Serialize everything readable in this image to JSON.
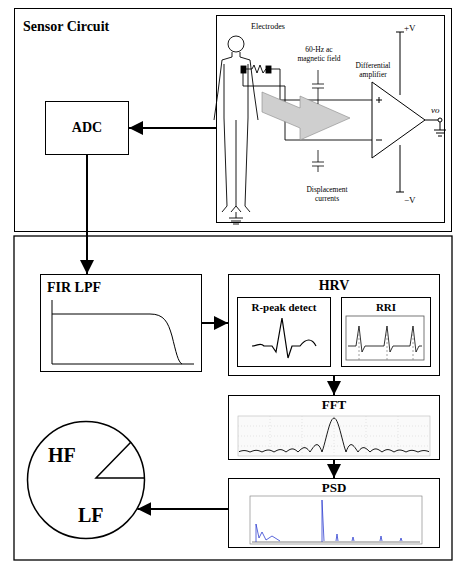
{
  "diagram": {
    "nodes": [
      {
        "text": [
          "Sensor Circuit"
        ]
      },
      {
        "text": [
          "Electrodes",
          "60-Hz ac magnetic field",
          "Displacement currents",
          "Differential amplifier"
        ],
        "in": 0
      },
      {
        "text": [
          "ADC"
        ],
        "in": 0
      },
      {
        "text": [
          "FIR LPF"
        ]
      },
      {
        "text": [
          "HRV"
        ]
      },
      {
        "text": [
          "R-peak detect"
        ],
        "in": 4
      },
      {
        "text": [
          "RRI"
        ],
        "in": 4
      },
      {
        "text": [
          "FFT"
        ]
      },
      {
        "text": [
          "PSD"
        ]
      },
      {
        "text": [
          "HF",
          "LF"
        ]
      }
    ],
    "edges": [
      {
        "from": 1,
        "to": 2,
        "arrow": "to"
      },
      {
        "from": 2,
        "to": 3,
        "arrow": "to"
      },
      {
        "from": 3,
        "to": 4,
        "arrow": "to"
      },
      {
        "from": 4,
        "to": 7,
        "arrow": "to"
      },
      {
        "from": 7,
        "to": 8,
        "arrow": "to"
      },
      {
        "from": 8,
        "to": 9,
        "arrow": "to"
      }
    ],
    "labels": [
      "+V",
      "−V",
      "vo"
    ]
  }
}
